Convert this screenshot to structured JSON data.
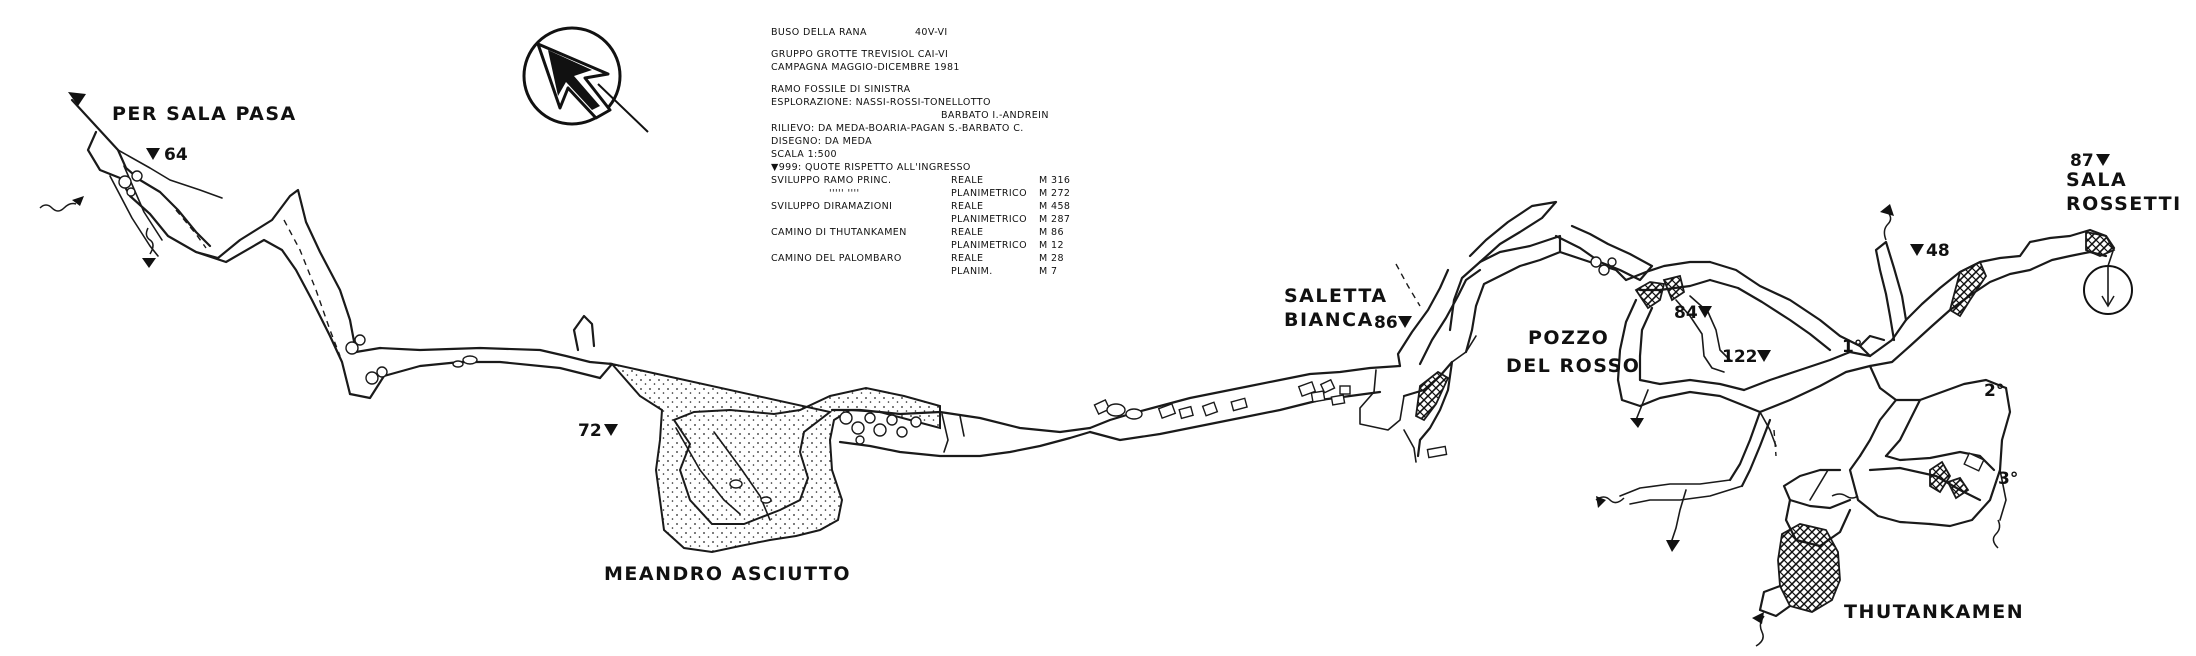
{
  "legend": {
    "title": "BUSO DELLA RANA",
    "code": "40V-VI",
    "group": "GRUPPO GROTTE TREVISIOL CAI-VI",
    "campaign": "CAMPAGNA MAGGIO-DICEMBRE 1981",
    "branch": "RAMO FOSSILE DI SINISTRA",
    "exploration": "ESPLORAZIONE: NASSI-ROSSI-TONELLOTTO",
    "exploration2": "BARBATO I.-ANDREIN",
    "survey": "RILIEVO: DA MEDA-BOARIA-PAGAN S.-BARBATO C.",
    "drawing": "DISEGNO: DA MEDA",
    "scale": "SCALA 1:500",
    "elevations_note": "▼999: QUOTE RISPETTO ALL'INGRESSO",
    "rows": [
      {
        "label": "SVILUPPO RAMO PRINC.",
        "kind": "REALE",
        "unit": "M",
        "value": "316"
      },
      {
        "label": "''''' ''''",
        "kind": "PLANIMETRICO",
        "unit": "M",
        "value": "272"
      },
      {
        "label": "SVILUPPO DIRAMAZIONI",
        "kind": "REALE",
        "unit": "M",
        "value": "458"
      },
      {
        "label": "",
        "kind": "PLANIMETRICO",
        "unit": "M",
        "value": "287"
      },
      {
        "label": "CAMINO DI THUTANKAMEN",
        "kind": "REALE",
        "unit": "M",
        "value": "86"
      },
      {
        "label": "",
        "kind": "PLANIMETRICO",
        "unit": "M",
        "value": "12"
      },
      {
        "label": "CAMINO DEL PALOMBARO",
        "kind": "REALE",
        "unit": "M",
        "value": "28"
      },
      {
        "label": "",
        "kind": "PLANIM.",
        "unit": "M",
        "value": "7"
      }
    ]
  },
  "places": {
    "per_sala_pasa": "PER SALA PASA",
    "meandro_asciutto": "MEANDRO ASCIUTTO",
    "saletta": "SALETTA",
    "bianca": "BIANCA",
    "pozzo": "POZZO",
    "del_rosso": "DEL ROSSO",
    "sala": "SALA",
    "rossetti": "ROSSETTI",
    "thutankamen": "THUTANKAMEN"
  },
  "elevations": {
    "e64": "64",
    "e72": "72",
    "e86": "86",
    "e84": "84",
    "e122": "122",
    "e48": "48",
    "e87": "87"
  },
  "shafts": {
    "s1": "1°",
    "s2": "2°",
    "s3": "3°"
  },
  "icons": {
    "north": "north-arrow-icon",
    "elevation": "down-triangle-marker",
    "water": "water-flow-arrow-icon"
  },
  "colors": {
    "ink": "#111111",
    "paper": "#ffffff"
  }
}
